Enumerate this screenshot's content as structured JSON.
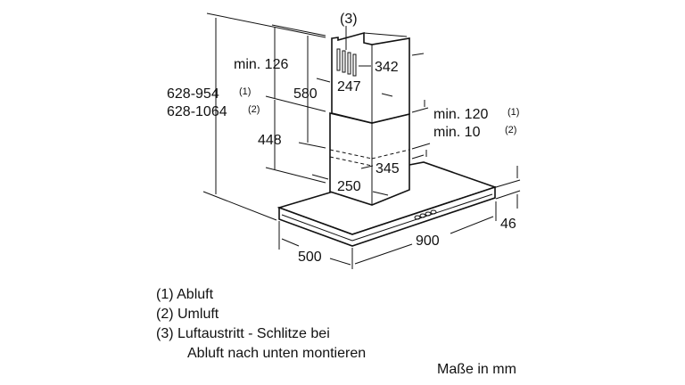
{
  "diagram": {
    "callout_3": "(3)",
    "dimensions": {
      "min_126": "min. 126",
      "d342": "342",
      "d580": "580",
      "d247": "247",
      "height_abluft": "628-954",
      "height_umluft": "628-1064",
      "note_1": "(1)",
      "note_2": "(2)",
      "min_120": "min. 120",
      "min_10": "min. 10",
      "d448": "448",
      "d345": "345",
      "d250": "250",
      "d46": "46",
      "d900": "900",
      "d500": "500"
    }
  },
  "legend": {
    "items": [
      "(1) Abluft",
      "(2) Umluft",
      "(3) Luftaustritt - Schlitze bei"
    ],
    "item3_continuation": "Abluft nach unten montieren",
    "units": "Maße in mm"
  }
}
